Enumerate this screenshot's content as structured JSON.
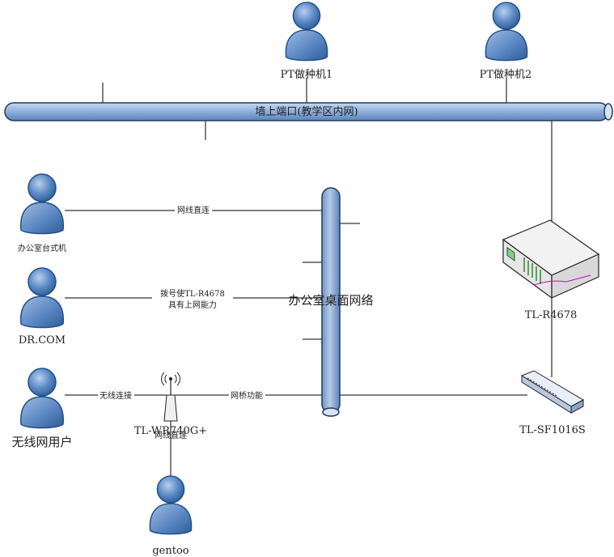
{
  "diagram": {
    "wall_port": "墙上端口(教学区内网)",
    "office_network": "办公室桌面网络",
    "people": {
      "pt1": "PT做种机1",
      "pt2": "PT做种机2",
      "office_desktop": "办公室台式机",
      "drcom": "DR.COM",
      "wireless_user": "无线网用户",
      "gentoo": "gentoo"
    },
    "devices": {
      "router": "TL-R4678",
      "switch": "TL-SF1016S",
      "ap": "TL-WR740G+"
    },
    "links": {
      "direct1": "网线直连",
      "dial_line1": "拨号使TL-R4678",
      "dial_line2": "具有上网能力",
      "wireless": "无线连接",
      "bridge": "网桥功能",
      "direct2": "网线直连"
    },
    "colors": {
      "person": "#4f81bd",
      "bus": "#95b3d7",
      "bus_outline": "#1f3a5f",
      "line": "#000000"
    }
  }
}
